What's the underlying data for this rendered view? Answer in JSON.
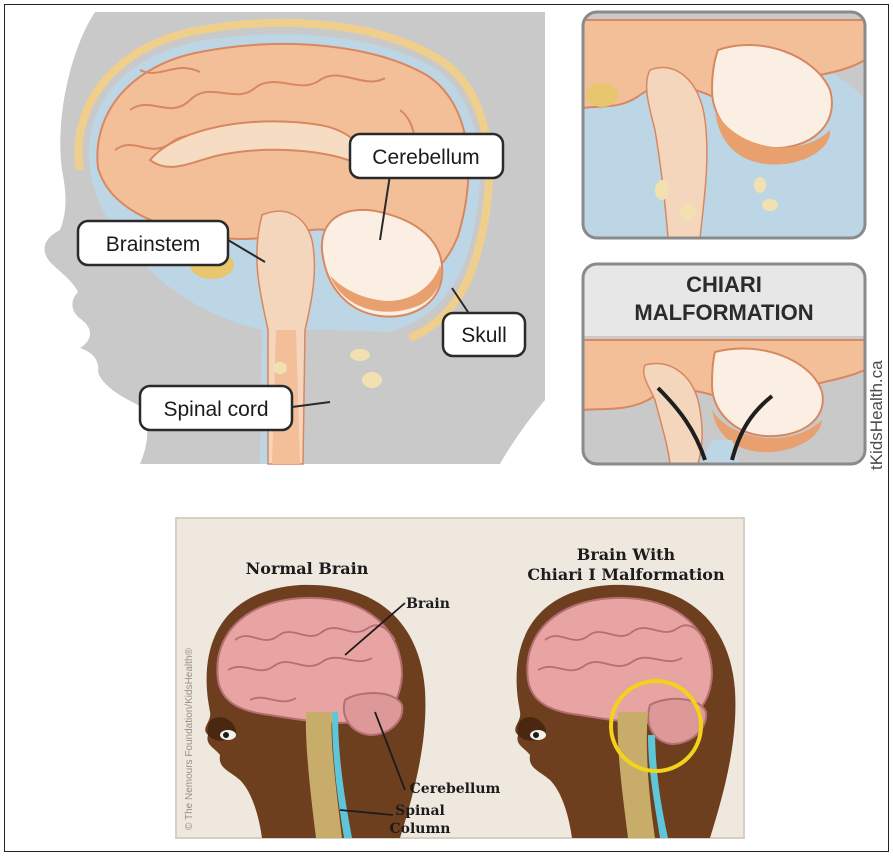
{
  "top_left": {
    "labels": {
      "cerebellum": "Cerebellum",
      "brainstem": "Brainstem",
      "skull": "Skull",
      "spinal_cord": "Spinal cord"
    }
  },
  "top_right": {
    "chiari_line1": "CHIARI",
    "chiari_line2": "MALFORMATION",
    "watermark": "tKidsHealth.ca"
  },
  "bottom": {
    "normal_heading": "Normal Brain",
    "chiari_heading_line1": "Brain With",
    "chiari_heading_line2": "Chiari I Malformation",
    "labels": {
      "brain": "Brain",
      "cerebellum": "Cerebellum",
      "spinal_line1": "Spinal",
      "spinal_line2": "Column"
    },
    "copyright": "© The Nemours Foundation/KidsHealth®"
  },
  "colors": {
    "head_gray": "#c9c9c9",
    "brain_peach": "#f2bf99",
    "brain_pink": "#e8a3a3",
    "csf_blue": "#bcd6e6",
    "skin_brown": "#6e3f1f",
    "highlight_yellow": "#f2d31a"
  }
}
